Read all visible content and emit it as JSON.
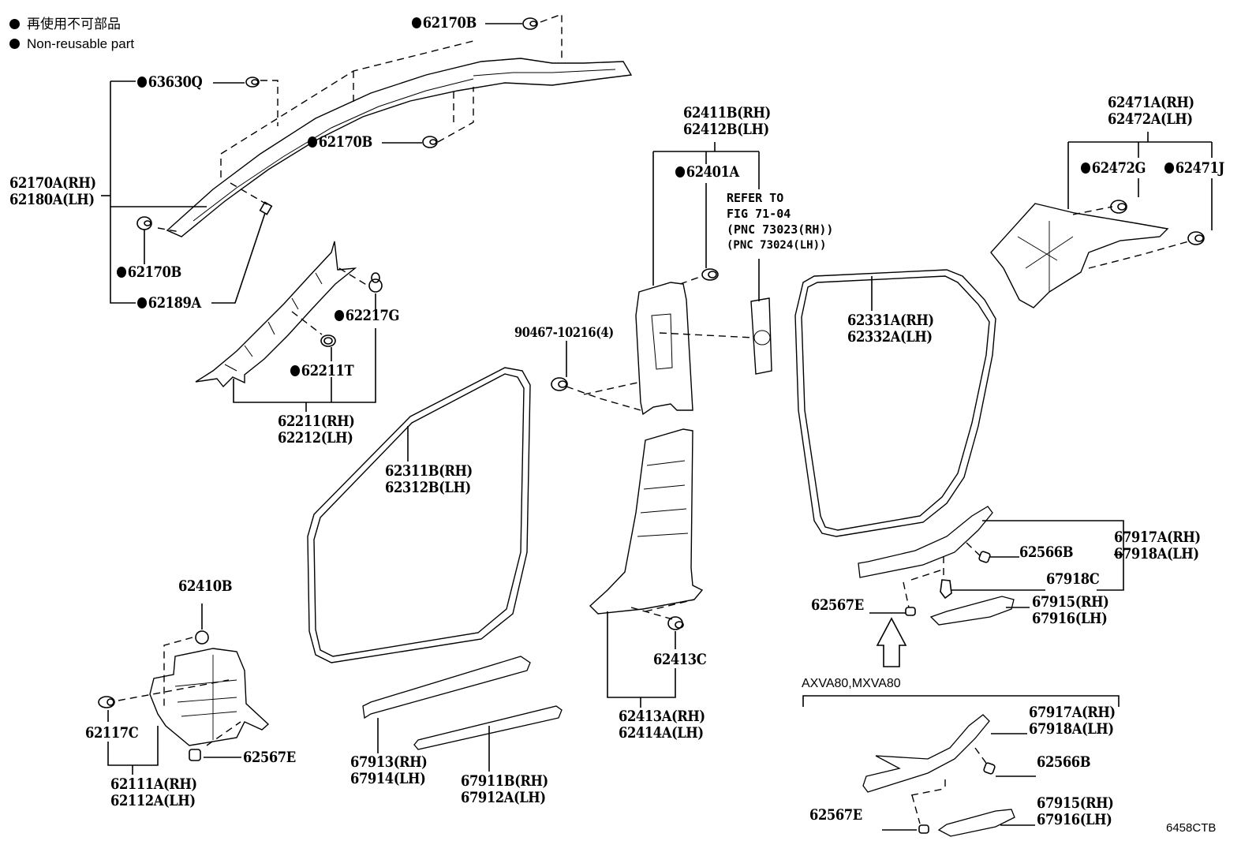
{
  "legend": {
    "items": [
      {
        "symbol": "filled-circle",
        "text": "再使用不可部品"
      },
      {
        "symbol": "filled-circle",
        "text": "Non-reusable part"
      }
    ]
  },
  "labels": {
    "l63630Q": {
      "text": "63630Q",
      "non_reusable": true
    },
    "l62170B_top": {
      "text": "62170B",
      "non_reusable": true
    },
    "l62170B_mid": {
      "text": "62170B",
      "non_reusable": true
    },
    "l62170B_left": {
      "text": "62170B",
      "non_reusable": true
    },
    "l62170A": {
      "line1": "62170A(RH)",
      "line2": "62180A(LH)"
    },
    "l62189A": {
      "text": "62189A",
      "non_reusable": true
    },
    "l62217G": {
      "text": "62217G",
      "non_reusable": true
    },
    "l62211T": {
      "text": "62211T",
      "non_reusable": true
    },
    "l62211": {
      "line1": "62211(RH)",
      "line2": "62212(LH)"
    },
    "l62411B": {
      "line1": "62411B(RH)",
      "line2": "62412B(LH)"
    },
    "l62401A": {
      "text": "62401A",
      "non_reusable": true
    },
    "refer": {
      "line1": "REFER TO",
      "line2": "FIG 71-04",
      "line3": "(PNC 73023(RH))",
      "line4": "(PNC 73024(LH))"
    },
    "l90467": {
      "text": "90467-10216(4)"
    },
    "l62471A": {
      "line1": "62471A(RH)",
      "line2": "62472A(LH)"
    },
    "l62472G": {
      "text": "62472G",
      "non_reusable": true
    },
    "l62471J": {
      "text": "62471J",
      "non_reusable": true
    },
    "l62331A": {
      "line1": "62331A(RH)",
      "line2": "62332A(LH)"
    },
    "l62311B": {
      "line1": "62311B(RH)",
      "line2": "62312B(LH)"
    },
    "l62410B": {
      "text": "62410B"
    },
    "l62117C": {
      "text": "62117C"
    },
    "l62567E_left": {
      "text": "62567E"
    },
    "l62111A": {
      "line1": "62111A(RH)",
      "line2": "62112A(LH)"
    },
    "l67913": {
      "line1": "67913(RH)",
      "line2": "67914(LH)"
    },
    "l67911B": {
      "line1": "67911B(RH)",
      "line2": "67912A(LH)"
    },
    "l62413C": {
      "text": "62413C"
    },
    "l62413A": {
      "line1": "62413A(RH)",
      "line2": "62414A(LH)"
    },
    "l67917A_top": {
      "line1": "67917A(RH)",
      "line2": "67918A(LH)"
    },
    "l62566B_top": {
      "text": "62566B"
    },
    "l67918C": {
      "text": "67918C"
    },
    "l62567E_top": {
      "text": "62567E"
    },
    "l67915_top": {
      "line1": "67915(RH)",
      "line2": "67916(LH)"
    },
    "l67917A_bot": {
      "line1": "67917A(RH)",
      "line2": "67918A(LH)"
    },
    "l62566B_bot": {
      "text": "62566B"
    },
    "l62567E_bot": {
      "text": "62567E"
    },
    "l67915_bot": {
      "line1": "67915(RH)",
      "line2": "67916(LH)"
    }
  },
  "variant_note": "AXVA80,MXVA80",
  "figure_id": "6458CTB"
}
